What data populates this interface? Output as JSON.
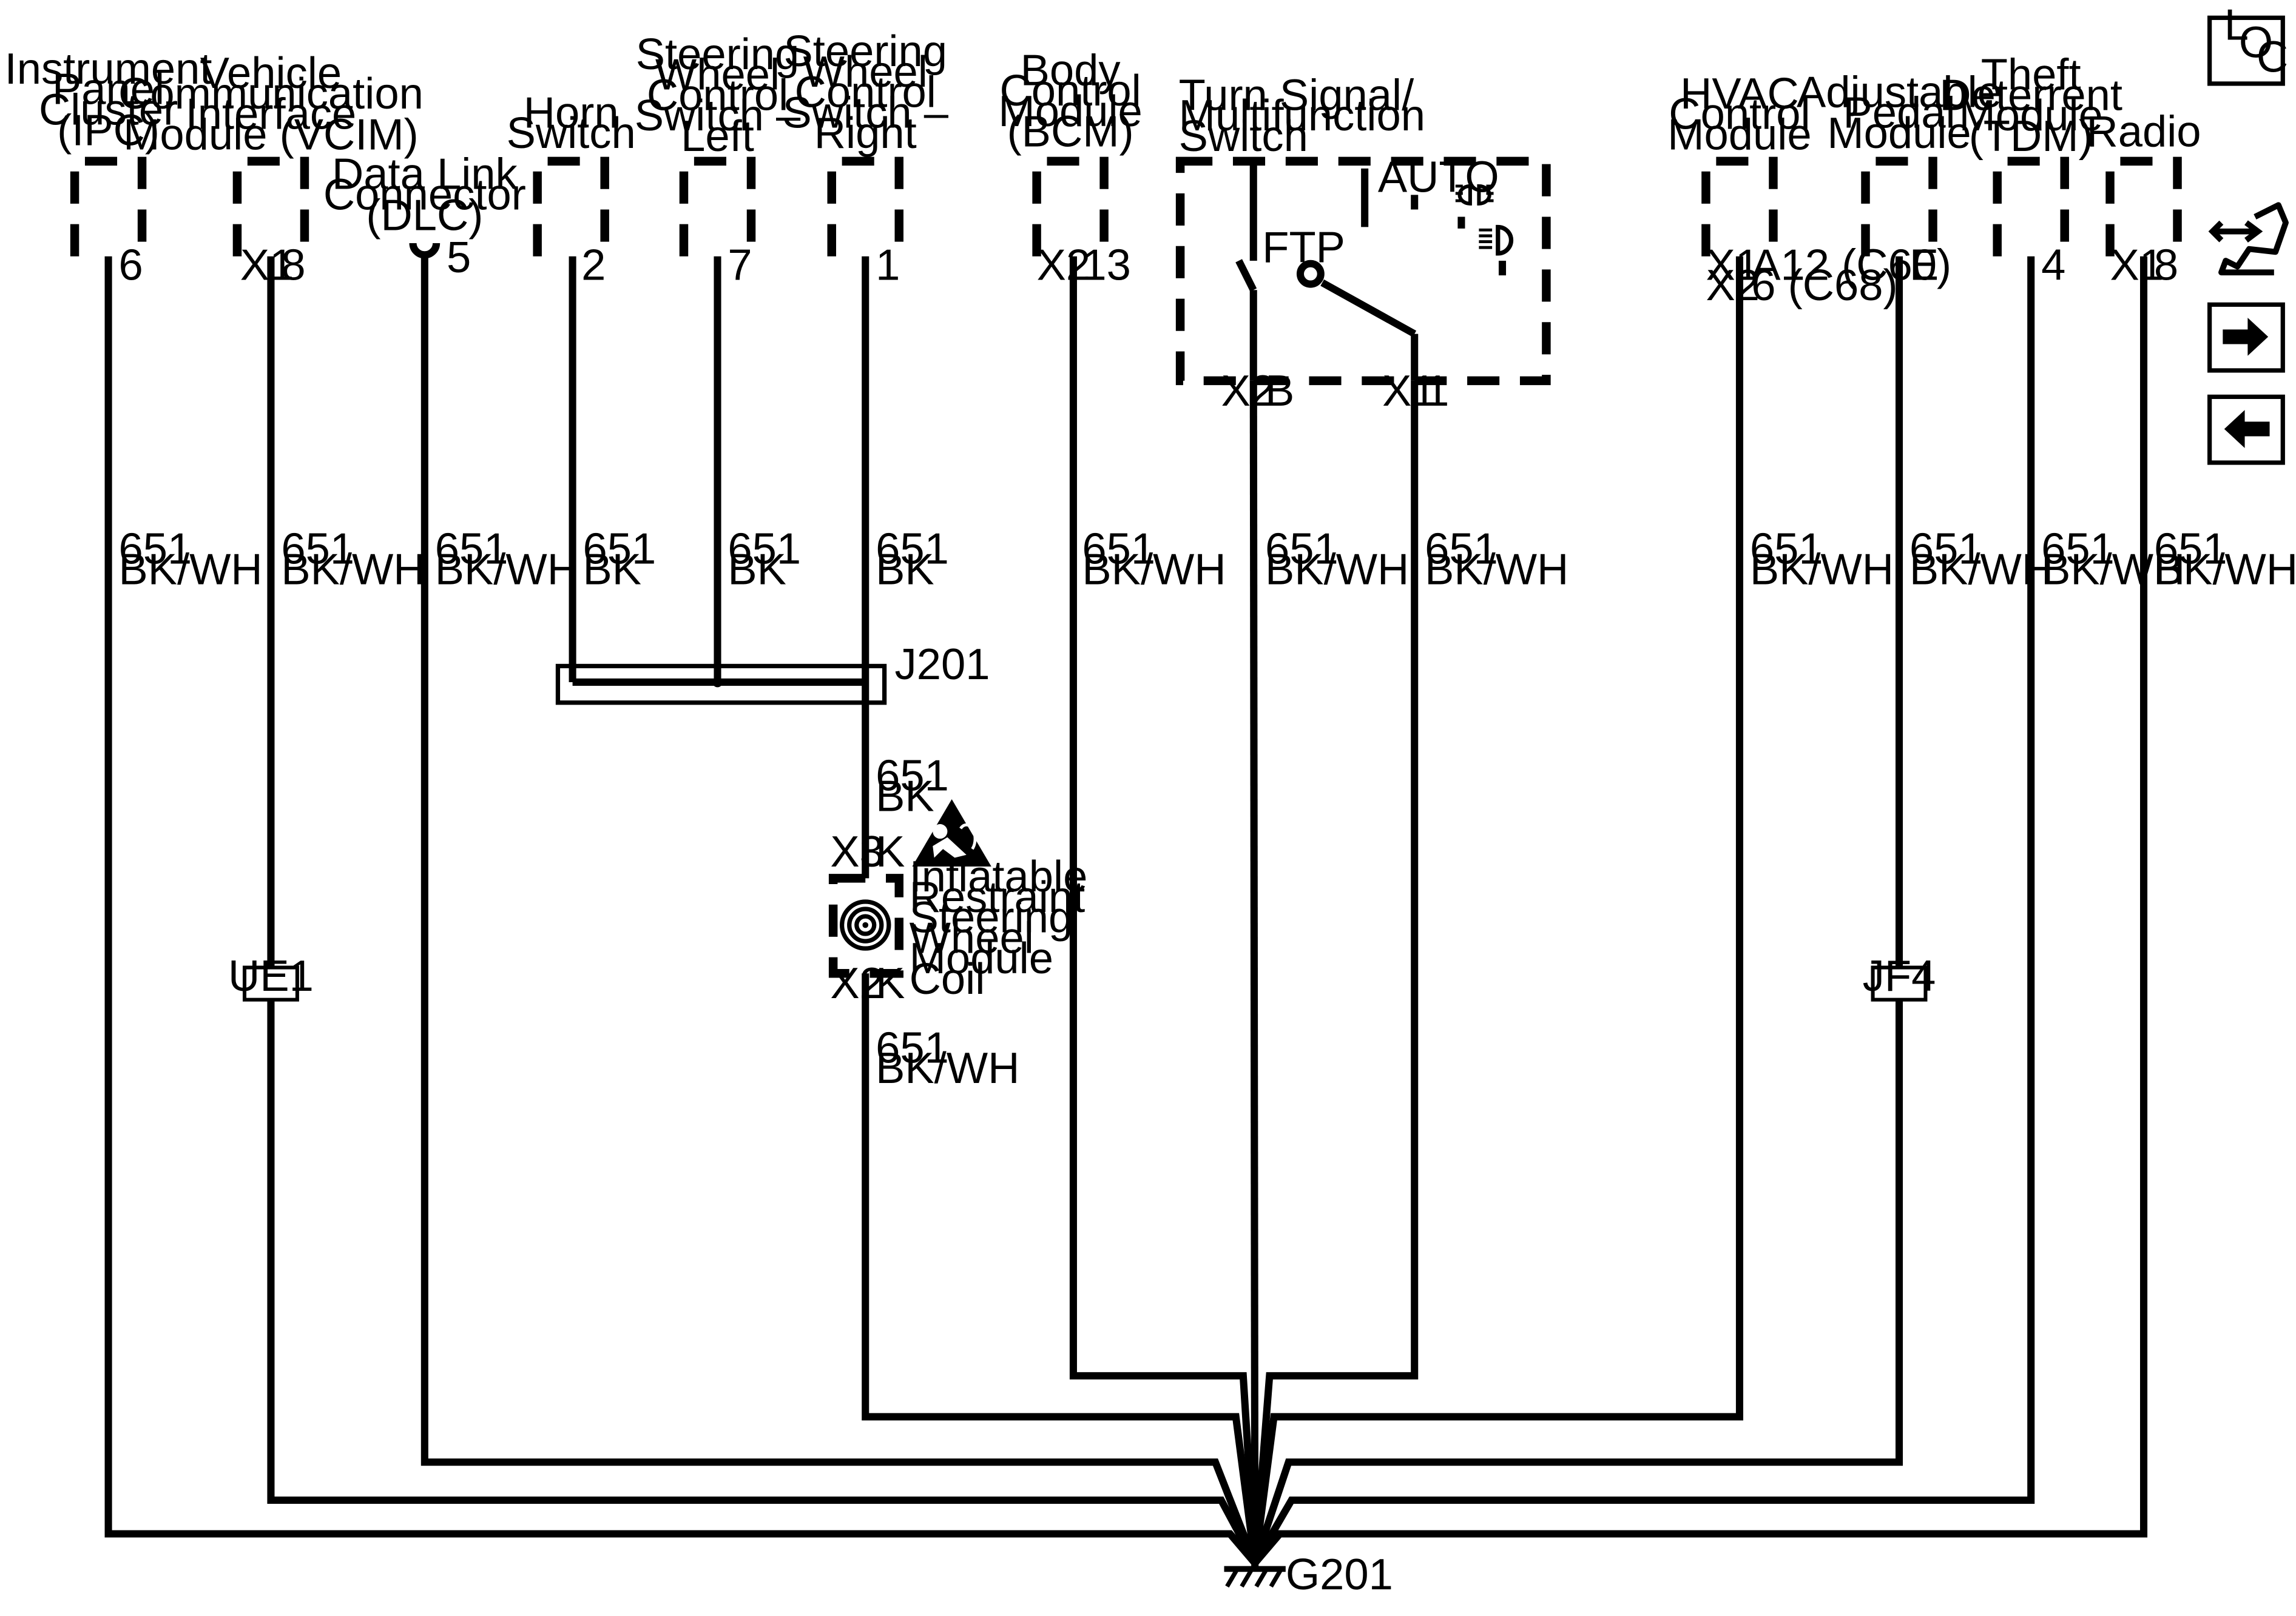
{
  "components": {
    "ipc": [
      "Instrument",
      "Panel",
      "Cluster",
      "(IPC)"
    ],
    "vcim": [
      "Vehicle",
      "Communication",
      "Interface",
      "Module (VCIM)"
    ],
    "dlc": [
      "Data Link",
      "Connector",
      "(DLC)"
    ],
    "horn": [
      "Horn",
      "Switch"
    ],
    "swc_left": [
      "Steering",
      "Wheel",
      "Control",
      "Switch –",
      "Left"
    ],
    "swc_right": [
      "Steering",
      "Wheel",
      "Control",
      "Switch –",
      "Right"
    ],
    "bcm": [
      "Body",
      "Control",
      "Module",
      "(BCM)"
    ],
    "turn_signal": [
      "Turn Signal/",
      "Multifunction",
      "Switch"
    ],
    "hvac": [
      "HVAC",
      "Control",
      "Module"
    ],
    "pedal": [
      "Adjustable",
      "Pedal",
      "Module"
    ],
    "tdm": [
      "Theft",
      "Deterrent",
      "Module",
      "(TDM)"
    ],
    "radio": [
      "Radio"
    ],
    "airbag_coil": [
      "Inflatable",
      "Restraint",
      "Steering",
      "Wheel",
      "Module",
      "Coil"
    ]
  },
  "pins": {
    "ipc": "6",
    "vcim_conn": "X1",
    "vcim_pin": "8",
    "dlc": "5",
    "horn": "2",
    "swc_left": "7",
    "swc_right": "1",
    "bcm_conn": "X2",
    "bcm_pin": "13",
    "ts_x2_conn": "X2",
    "ts_x2_pin": "B",
    "ts_x1_conn": "X1",
    "ts_x1_pin": "1",
    "hvac_conn": [
      "X1",
      "X2"
    ],
    "hvac_pin": [
      "A12 (C60)",
      "6 (C68)"
    ],
    "pedal": "E",
    "tdm": "4",
    "radio_conn": "X1",
    "radio_pin": "8",
    "coil_top_conn": "X3",
    "coil_top_pin": "K",
    "coil_bot_conn": "X2",
    "coil_bot_pin": "K"
  },
  "switch_labels": {
    "ftp": "FTP",
    "auto": "AUTO"
  },
  "wire": {
    "circuit": "651",
    "bkwh": "BK/WH",
    "bk": "BK"
  },
  "splice": "J201",
  "inline_connectors": {
    "ue1": "UE1",
    "jf4": "JF4"
  },
  "ground": "G201",
  "loc_button": {
    "l": "L",
    "o": "O",
    "c": "C"
  },
  "icons": [
    "loc-icon",
    "connector-wrench-icon",
    "next-arrow-icon",
    "previous-arrow-icon",
    "airbag-warning-icon",
    "headlamp-icon",
    "parking-lamp-icon",
    "clockspring-icon",
    "ground-icon"
  ]
}
